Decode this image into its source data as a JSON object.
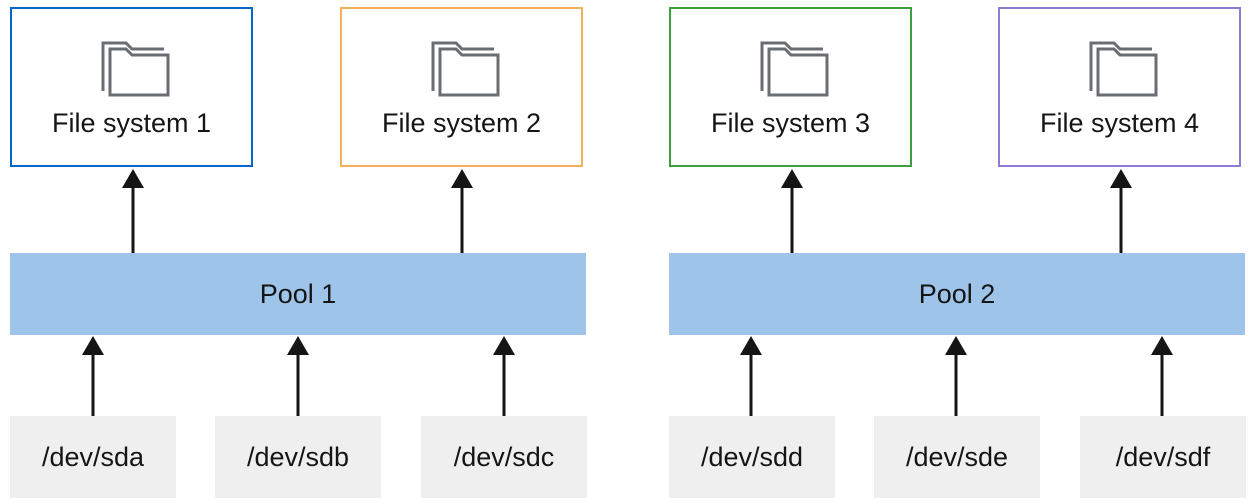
{
  "filesystems": [
    {
      "label": "File system 1",
      "color": "#0066cc",
      "icon": "folder-icon"
    },
    {
      "label": "File system 2",
      "color": "#f4b05a",
      "icon": "folder-icon"
    },
    {
      "label": "File system 3",
      "color": "#3e9f3e",
      "icon": "folder-icon"
    },
    {
      "label": "File system 4",
      "color": "#8f7bd4",
      "icon": "folder-icon"
    }
  ],
  "pools": [
    {
      "label": "Pool 1",
      "color": "#9ec4ea"
    },
    {
      "label": "Pool 2",
      "color": "#9ec4ea"
    }
  ],
  "devices": [
    {
      "label": "/dev/sda"
    },
    {
      "label": "/dev/sdb"
    },
    {
      "label": "/dev/sdc"
    },
    {
      "label": "/dev/sdd"
    },
    {
      "label": "/dev/sde"
    },
    {
      "label": "/dev/sdf"
    }
  ],
  "colors": {
    "arrow": "#151515",
    "device_bg": "#efefef",
    "icon_stroke": "#6a6e73"
  }
}
